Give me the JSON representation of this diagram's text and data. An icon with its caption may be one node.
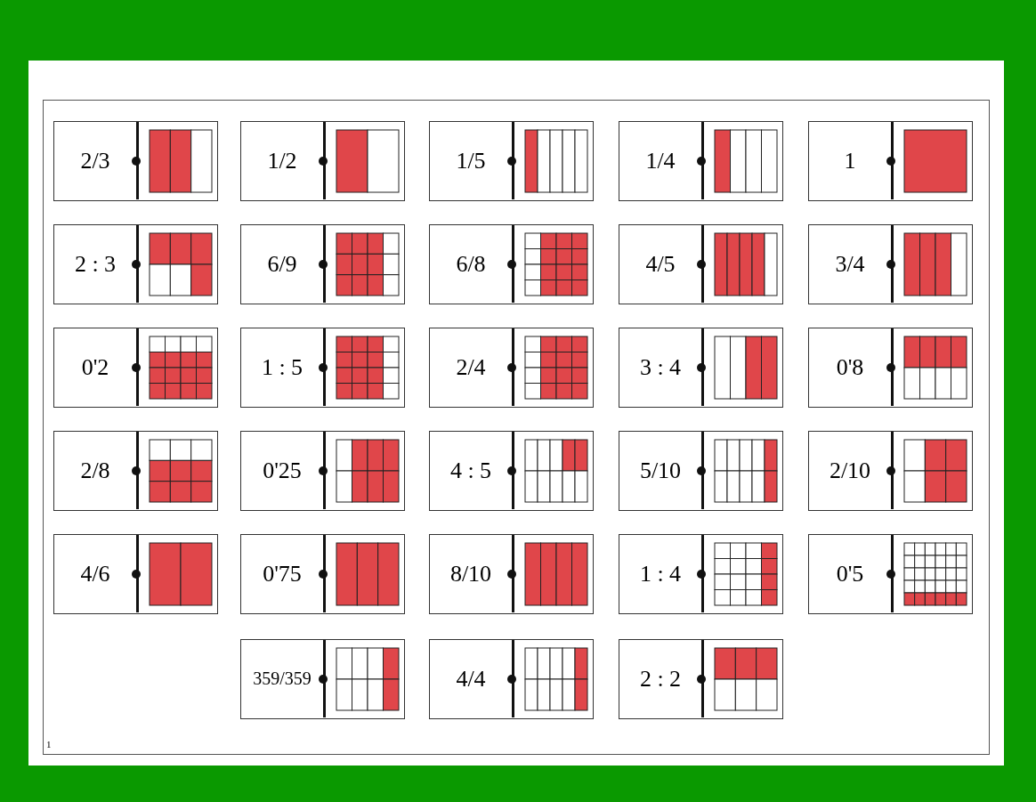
{
  "diagram": {
    "nodes": [
      {
        "text": [
          "2/3"
        ]
      },
      {
        "text": [
          "1/2"
        ]
      },
      {
        "text": [
          "1/5"
        ]
      },
      {
        "text": [
          "1/4"
        ]
      },
      {
        "text": [
          "1"
        ]
      },
      {
        "text": [
          "2 : 3"
        ]
      },
      {
        "text": [
          "6/9"
        ]
      },
      {
        "text": [
          "6/8"
        ]
      },
      {
        "text": [
          "4/5"
        ]
      },
      {
        "text": [
          "3/4"
        ]
      },
      {
        "text": [
          "0'2"
        ]
      },
      {
        "text": [
          "1 : 5"
        ]
      },
      {
        "text": [
          "2/4"
        ]
      },
      {
        "text": [
          "3 : 4"
        ]
      },
      {
        "text": [
          "0'8"
        ]
      },
      {
        "text": [
          "2/8"
        ]
      },
      {
        "text": [
          "0'25"
        ]
      },
      {
        "text": [
          "4 : 5"
        ]
      },
      {
        "text": [
          "5/10"
        ]
      },
      {
        "text": [
          "2/10"
        ]
      },
      {
        "text": [
          "4/6"
        ]
      },
      {
        "text": [
          "0'75"
        ]
      },
      {
        "text": [
          "8/10"
        ]
      },
      {
        "text": [
          "1 : 4"
        ]
      },
      {
        "text": [
          "0'5"
        ]
      },
      {
        "text": [
          "359/359"
        ]
      },
      {
        "text": [
          "4/4"
        ]
      },
      {
        "text": [
          "2 : 2"
        ]
      }
    ],
    "edges": [],
    "labels": [
      "1"
    ]
  }
}
